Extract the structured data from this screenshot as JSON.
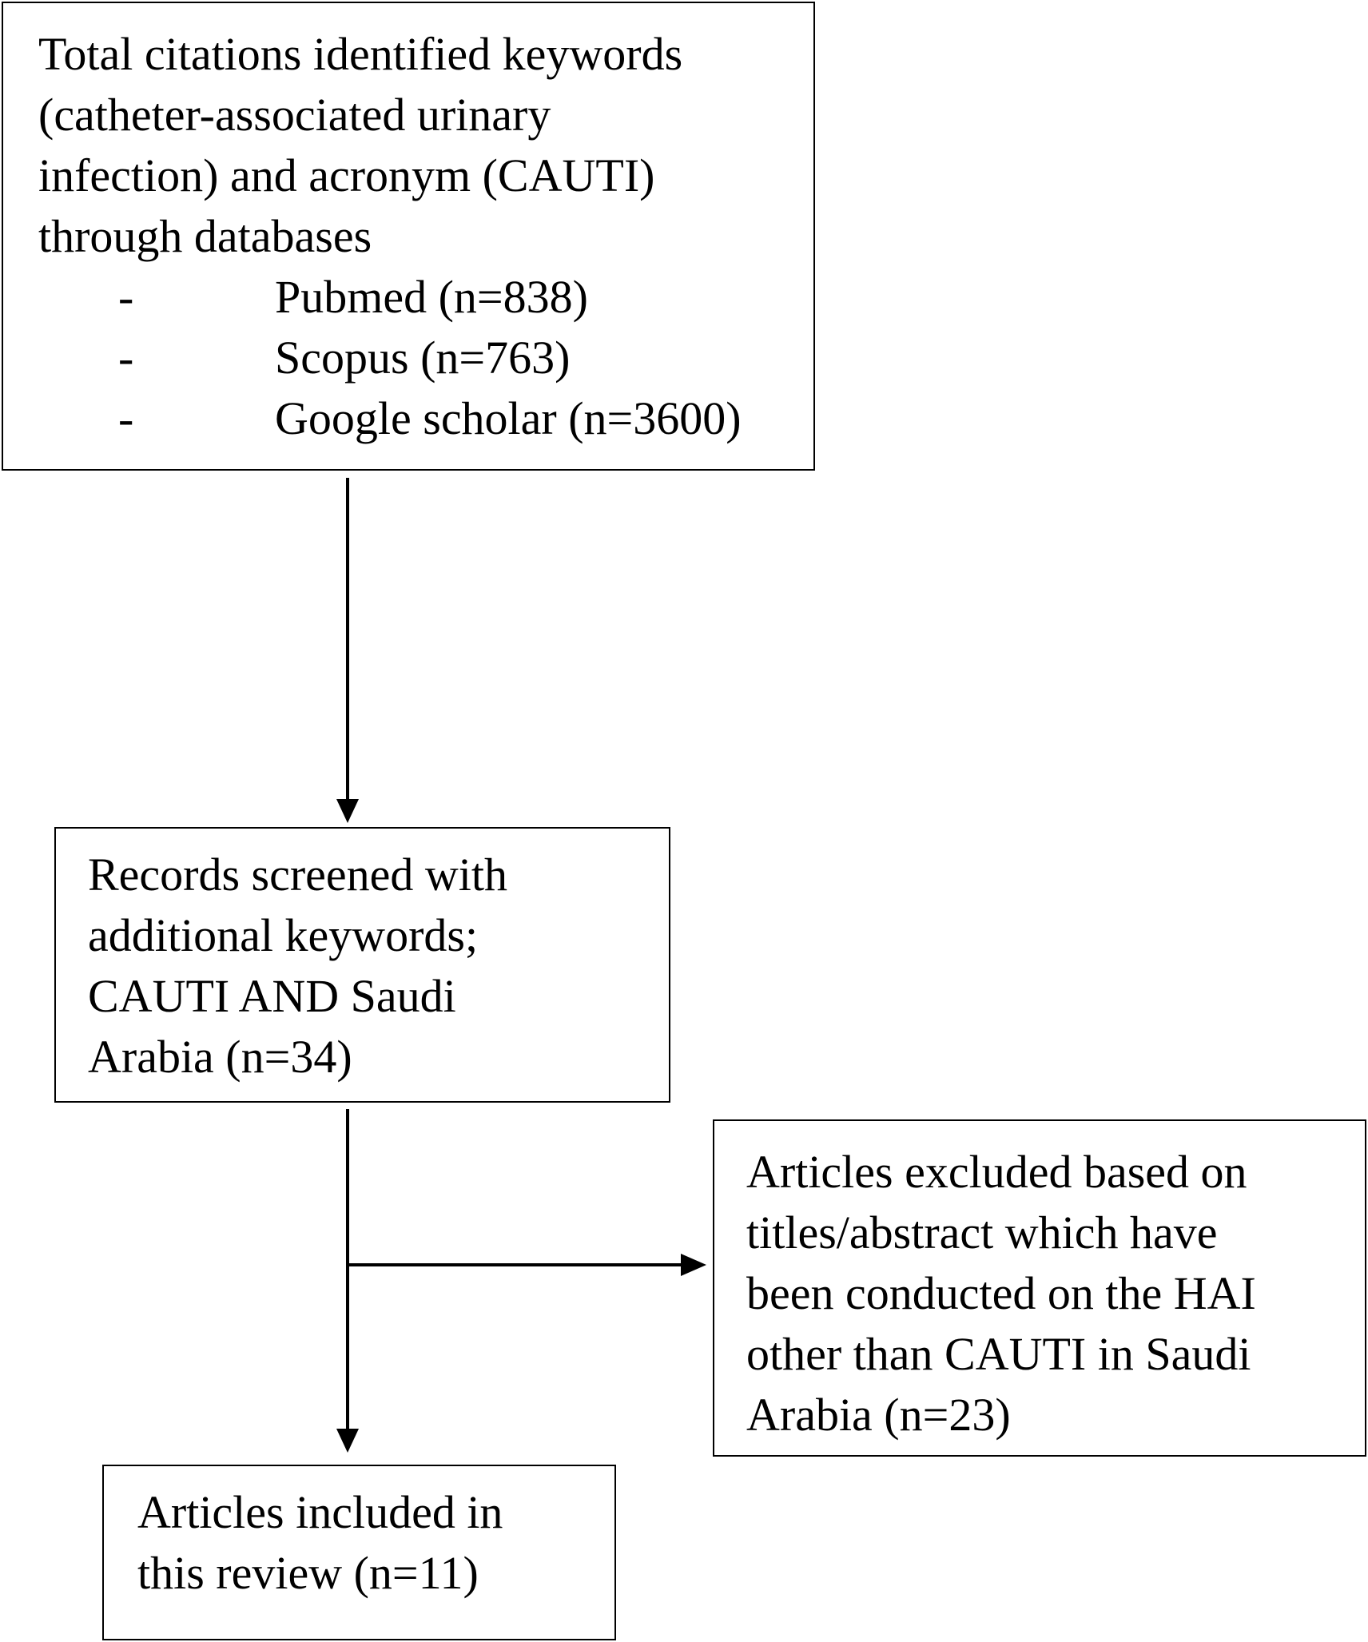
{
  "identification": {
    "lines": [
      "Total citations identified keywords",
      "(catheter-associated urinary",
      "infection) and acronym (CAUTI)",
      "through databases"
    ],
    "bullet": "-",
    "databases": [
      "Pubmed (n=838)",
      "Scopus (n=763)",
      "Google scholar (n=3600)"
    ]
  },
  "screening": {
    "lines": [
      "Records screened with",
      "additional keywords;",
      "CAUTI AND Saudi",
      "Arabia (n=34)"
    ]
  },
  "exclusion": {
    "lines": [
      "Articles excluded based on",
      "titles/abstract which have",
      "been conducted on the HAI",
      "other than CAUTI in Saudi",
      "Arabia (n=23)"
    ]
  },
  "inclusion": {
    "lines": [
      "Articles included in",
      "this review (n=11)"
    ]
  },
  "colors": {
    "stroke": "#000000",
    "background": "#ffffff"
  }
}
